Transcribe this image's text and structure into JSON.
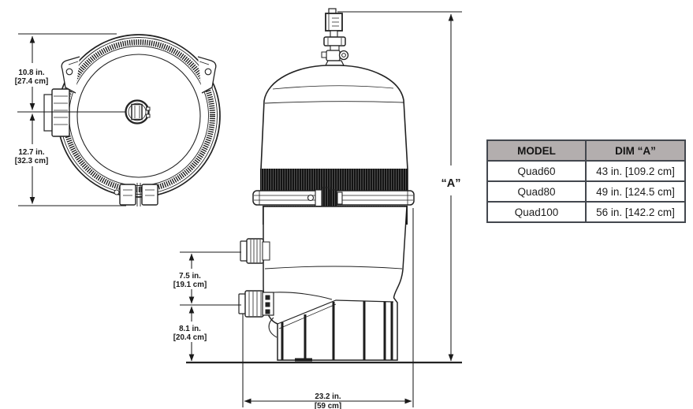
{
  "top_view": {
    "dim_upper_in": "10.8 in.",
    "dim_upper_cm": "[27.4 cm]",
    "dim_lower_in": "12.7 in.",
    "dim_lower_cm": "[32.3 cm]"
  },
  "side_view": {
    "dim_a_label": "“A”",
    "dim_ports_in": "7.5 in.",
    "dim_ports_cm": "[19.1 cm]",
    "dim_base_in": "8.1 in.",
    "dim_base_cm": "[20.4 cm]",
    "dim_width_in": "23.2 in.",
    "dim_width_cm": "[59 cm]"
  },
  "table": {
    "headers": {
      "model": "MODEL",
      "dim_a": "DIM “A”"
    },
    "rows": [
      {
        "model": "Quad60",
        "dim_a": "43 in. [109.2 cm]"
      },
      {
        "model": "Quad80",
        "dim_a": "49 in. [124.5 cm]"
      },
      {
        "model": "Quad100",
        "dim_a": "56 in. [142.2 cm]"
      }
    ]
  },
  "colors": {
    "line": "#222222",
    "dimension": "#1a1a1a",
    "table_border": "#43474e",
    "table_header_bg": "#b3aeae",
    "background": "#ffffff"
  }
}
